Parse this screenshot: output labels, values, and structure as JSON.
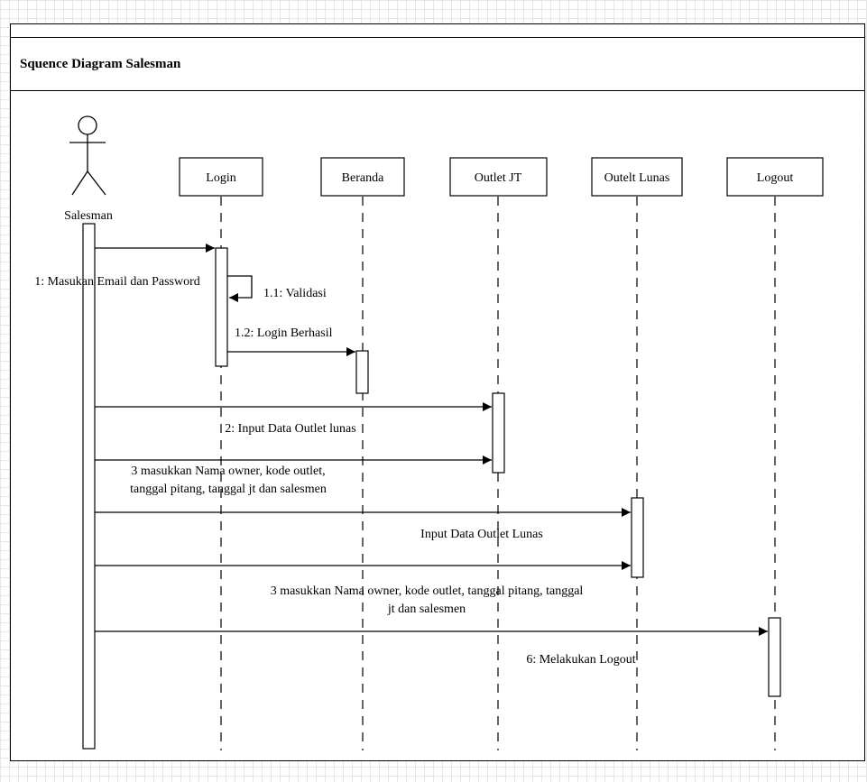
{
  "diagram": {
    "title": "Squence Diagram Salesman",
    "actor": {
      "label": "Salesman"
    },
    "participants": [
      {
        "id": "login",
        "label": "Login"
      },
      {
        "id": "beranda",
        "label": "Beranda"
      },
      {
        "id": "outlet-jt",
        "label": "Outlet JT"
      },
      {
        "id": "outlet-lunas",
        "label": "Outelt Lunas"
      },
      {
        "id": "logout",
        "label": "Logout"
      }
    ],
    "messages": [
      {
        "id": "m1",
        "label": "1: Masukan Email dan Password"
      },
      {
        "id": "m1-1",
        "label": "1.1: Validasi"
      },
      {
        "id": "m1-2",
        "label": "1.2: Login Berhasil"
      },
      {
        "id": "m2",
        "label": "2: Input Data Outlet lunas"
      },
      {
        "id": "m3",
        "label_line1": "3 masukkan Nama owner, kode outlet,",
        "label_line2": "tanggal pitang, tanggal jt dan salesmen"
      },
      {
        "id": "m4",
        "label": "Input Data Outlet Lunas"
      },
      {
        "id": "m5",
        "label_line1": "3 masukkan Nama owner, kode outlet, tanggal pitang, tanggal",
        "label_line2": "jt dan salesmen"
      },
      {
        "id": "m6",
        "label": "6: Melakukan Logout"
      }
    ]
  }
}
